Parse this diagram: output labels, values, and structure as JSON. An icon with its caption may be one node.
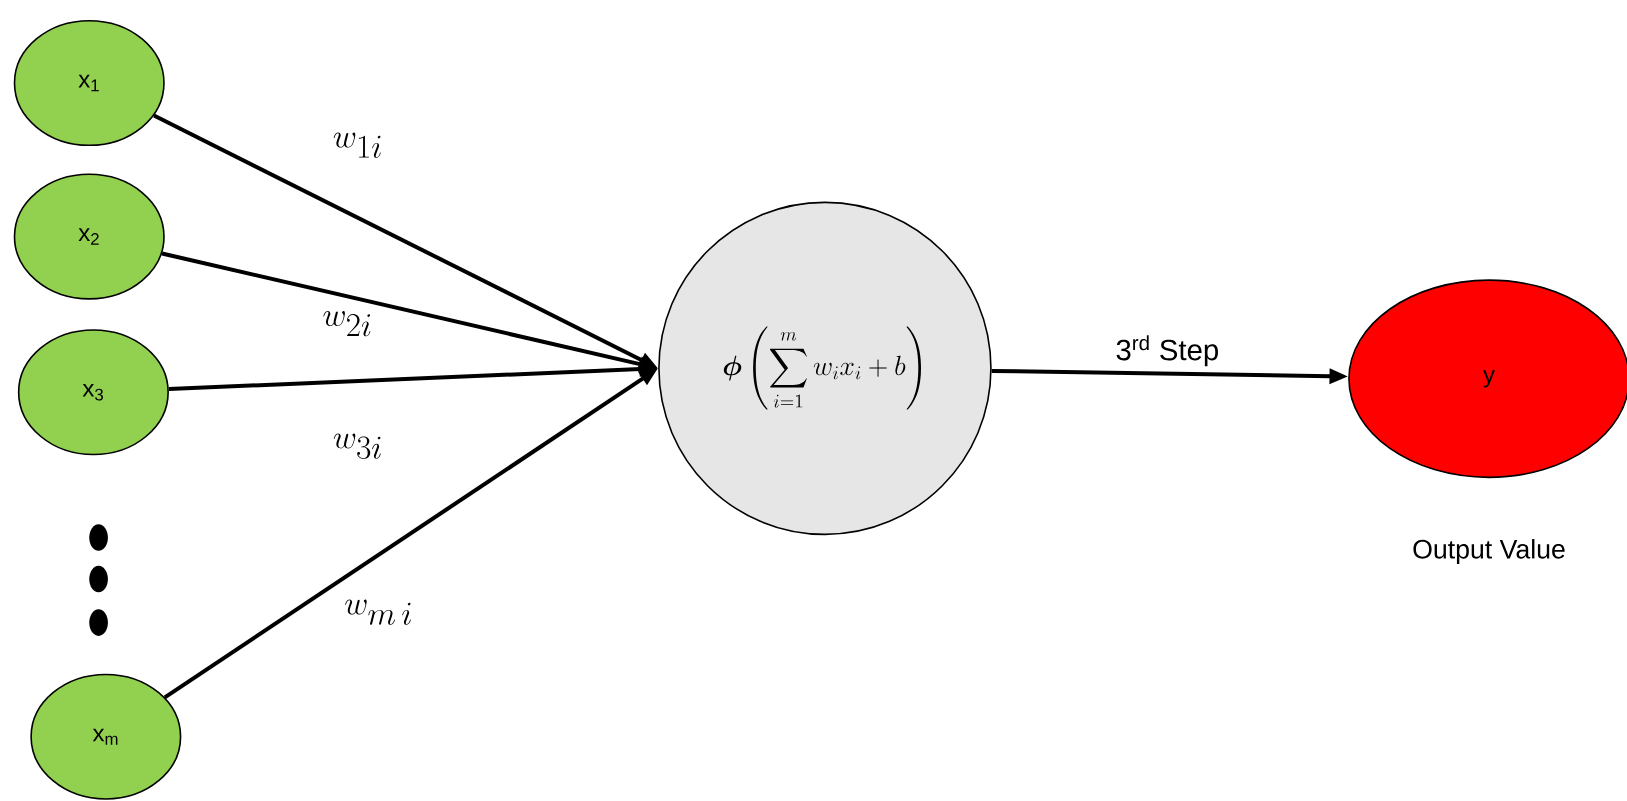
{
  "diagram": {
    "nodes": [
      {
        "text": [
          "x$_{1}$"
        ]
      },
      {
        "text": [
          "x$_{2}$"
        ]
      },
      {
        "text": [
          "x$_{3}$"
        ]
      },
      {
        "text": [
          "x$_{m}$"
        ]
      },
      {
        "text": [
          "\\boldsymbol{\\phi}\\left(\\sum_{i=1}^{m} w_i x_i + b\\right)"
        ]
      },
      {
        "text": [
          "y"
        ],
        "beside": [
          "Output Value"
        ]
      }
    ],
    "edges": [
      {
        "from": 0,
        "to": 4,
        "arrow": "to",
        "label": "w_{1i}"
      },
      {
        "from": 1,
        "to": 4,
        "arrow": "to",
        "label": "w_{2i}"
      },
      {
        "from": 2,
        "to": 4,
        "arrow": "to",
        "label": "w_{3i}"
      },
      {
        "from": 3,
        "to": 4,
        "arrow": "to",
        "label": "w_{m\\,i}"
      },
      {
        "from": 4,
        "to": 5,
        "arrow": "to",
        "label": "3$^{rd}$ Step"
      }
    ]
  }
}
